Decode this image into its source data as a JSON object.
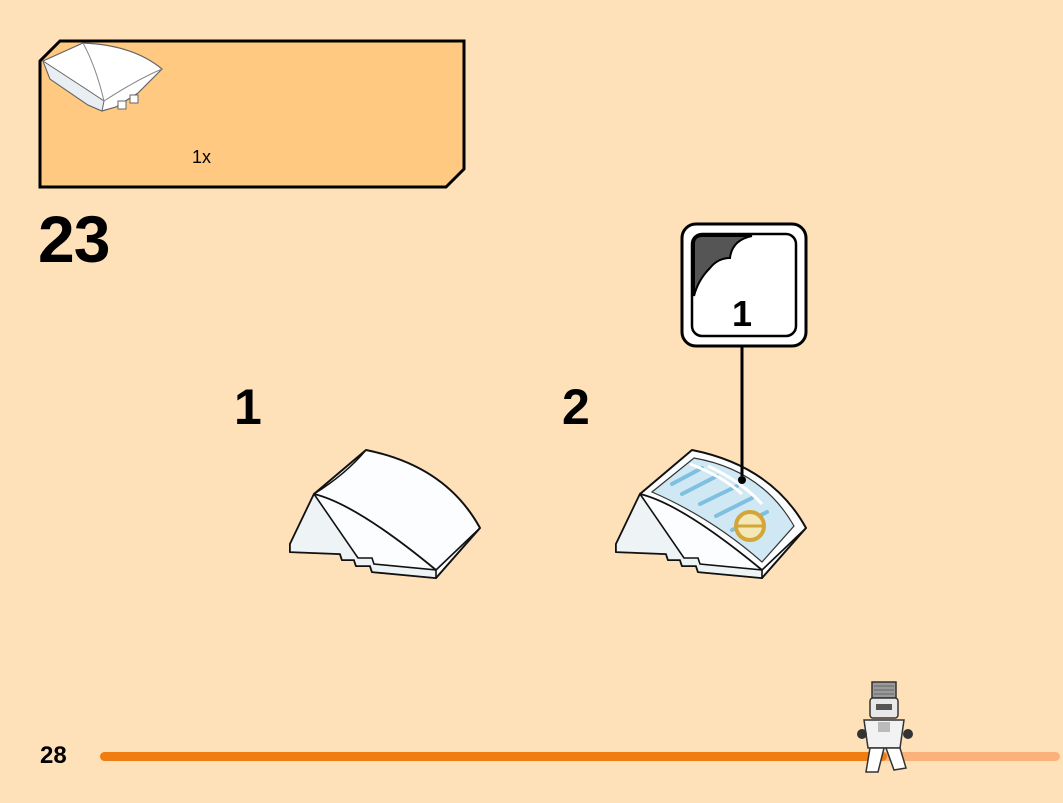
{
  "parts_list": {
    "items": [
      {
        "part": "white-curved-wedge-brick-icon",
        "quantity": "1x"
      }
    ]
  },
  "step": {
    "number": "23",
    "substeps": [
      {
        "label": "1",
        "part": "white-curved-wedge-brick-icon"
      },
      {
        "label": "2",
        "part": "white-curved-wedge-brick-with-sticker-icon"
      }
    ]
  },
  "sticker_callout": {
    "icon": "sticker-sheet-icon",
    "number": "1"
  },
  "footer": {
    "page_number": "28",
    "progress": 0.82,
    "mascot": "minifigure-icon"
  },
  "colors": {
    "page_background": "#fee0b9",
    "parts_box": "#ffc981",
    "progress_fill": "#ef7d12",
    "progress_track": "#fbb27a",
    "sticker_blue": "#9fd1ea",
    "sticker_gold": "#d4a63a"
  }
}
